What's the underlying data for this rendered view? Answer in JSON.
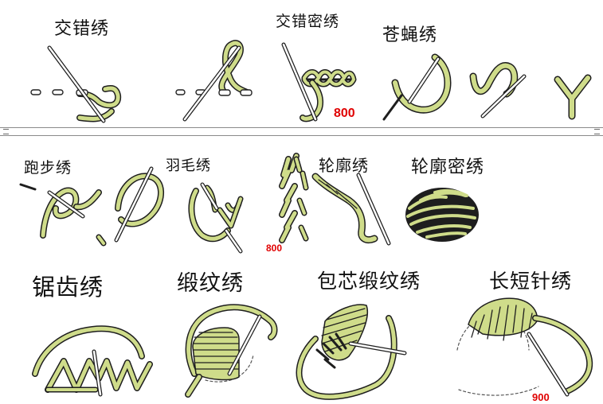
{
  "labels": {
    "cross_stitch": "交错绣",
    "dense_cross_stitch": "交错密绣",
    "fly_stitch": "苍蝇绣",
    "running_stitch": "跑步绣",
    "feather_stitch": "羽毛绣",
    "outline_stitch": "轮廓绣",
    "dense_outline_stitch": "轮廓密绣",
    "sawtooth_stitch": "锯齿绣",
    "satin_stitch": "缎纹绣",
    "padded_satin_stitch": "包芯缎纹绣",
    "long_short_stitch": "长短针绣"
  },
  "watermarks": {
    "wm1": "800",
    "wm2": "800",
    "wm3": "900"
  },
  "colors": {
    "thread": "#cfdc8a",
    "outline": "#1e1e1e",
    "needle": "#ffffff",
    "watermark": "#e00000"
  }
}
